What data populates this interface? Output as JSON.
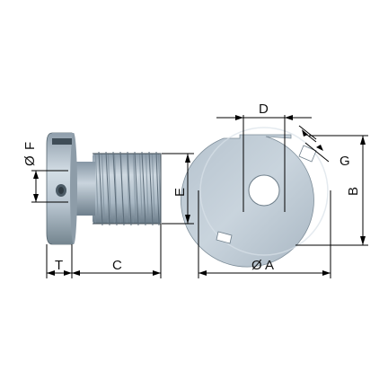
{
  "labels": {
    "d": "D",
    "e": "E",
    "f": "F",
    "g": "G",
    "b": "B",
    "t": "T",
    "c": "C",
    "a": "A",
    "diameter_symbol": "Ø"
  },
  "colors": {
    "metal_light": "#c4d0da",
    "metal_mid": "#9fb0bf",
    "metal_dark": "#6f8190",
    "dimension_line": "#000000",
    "text": "#111111"
  },
  "icons": {
    "side_view": "threaded-plug-side-view",
    "front_view": "slotted-disc-front-view"
  }
}
